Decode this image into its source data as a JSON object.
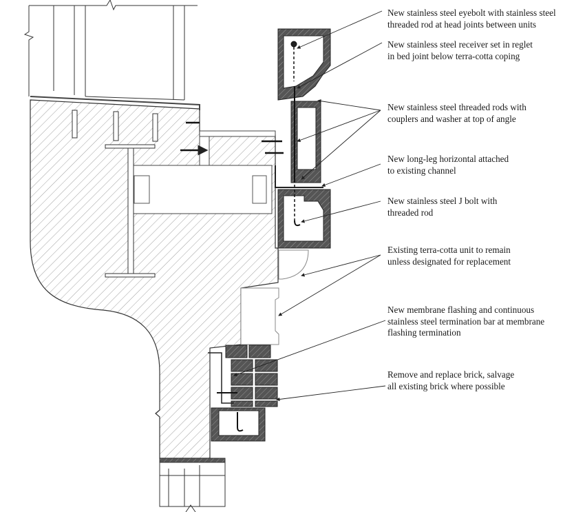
{
  "title": "Terra-cotta coping and brick parapet repair section",
  "colors": {
    "line": "#222222",
    "masonry_fill": "#5a5a5a",
    "hatch": "#777777",
    "background": "#ffffff"
  },
  "callouts": [
    {
      "id": "eyebolt",
      "lines": [
        "New stainless steel eyebolt with stainless steel",
        "threaded rod at head joints between units"
      ]
    },
    {
      "id": "receiver",
      "lines": [
        "New stainless steel receiver set in reglet",
        "in bed joint below terra-cotta coping"
      ]
    },
    {
      "id": "threaded-rods",
      "lines": [
        "New stainless steel threaded rods with",
        "couplers and washer at top of angle"
      ]
    },
    {
      "id": "long-leg",
      "lines": [
        "New long-leg horizontal attached",
        "to existing channel"
      ]
    },
    {
      "id": "j-bolt",
      "lines": [
        "New stainless steel J bolt with",
        "threaded rod"
      ]
    },
    {
      "id": "existing-terra-cotta",
      "lines": [
        "Existing terra-cotta unit to remain",
        "unless designated for replacement"
      ]
    },
    {
      "id": "membrane-flashing",
      "lines": [
        "New membrane flashing and continuous",
        "stainless steel termination bar at membrane",
        "flashing termination"
      ]
    },
    {
      "id": "brick",
      "lines": [
        "Remove and replace brick, salvage",
        "all existing brick where possible"
      ]
    }
  ]
}
